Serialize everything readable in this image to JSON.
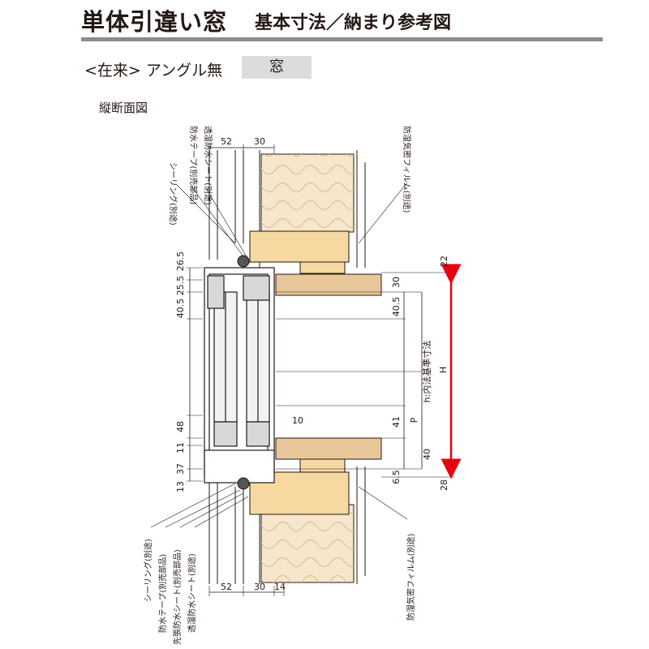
{
  "header": {
    "title": "単体引違い窓",
    "subtitle": "基本寸法／納まり参考図",
    "variant": "<在来> アングル無",
    "tag": "窓"
  },
  "section_label": "縦断面図",
  "dimensions": {
    "top_widths": [
      "52",
      "30"
    ],
    "bottom_widths": [
      "52",
      "30",
      "14"
    ],
    "left_stack": [
      "25.5",
      "26.5",
      "40.5",
      "48",
      "11",
      "37",
      "13"
    ],
    "right_inner": [
      "30",
      "40.5",
      "10",
      "41",
      "40",
      "6.5"
    ],
    "right_outer": [
      "22",
      "28"
    ],
    "p_label": "P",
    "h_label": "h:内法基準寸法",
    "H_label": "H"
  },
  "callouts": {
    "top_left": [
      "防水テープ(別売部品)",
      "透湿防水シート(別途)",
      "シーリング(別途)"
    ],
    "top_right": "防湿気密フィルム(別途)",
    "bottom_left": [
      "シーリング(別途)",
      "防水テープ(別売部品)",
      "先張防水シート(別売部品)",
      "透湿防水シート(別途)"
    ],
    "bottom_right": "防湿気密フィルム(別途)"
  },
  "colors": {
    "arrow": "#e60012",
    "wood": "#f5d9a0",
    "insulation": "#f6e6cc",
    "board": "#e8c79a",
    "rule": "#8c8c8c",
    "tag_bg": "#dcdcdc"
  }
}
